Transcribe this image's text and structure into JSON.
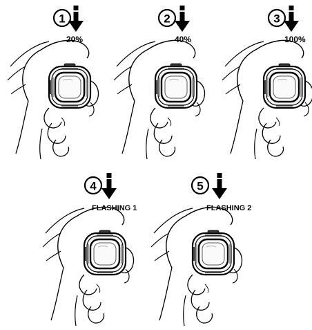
{
  "steps": [
    {
      "number": "1",
      "label": "20%"
    },
    {
      "number": "2",
      "label": "40%"
    },
    {
      "number": "3",
      "label": "100%"
    },
    {
      "number": "4",
      "label": "FLASHING 1"
    },
    {
      "number": "5",
      "label": "FLASHING 2"
    }
  ],
  "icon": "info-arrow-down-icon",
  "colors": {
    "ink": "#000000",
    "background": "#ffffff"
  }
}
